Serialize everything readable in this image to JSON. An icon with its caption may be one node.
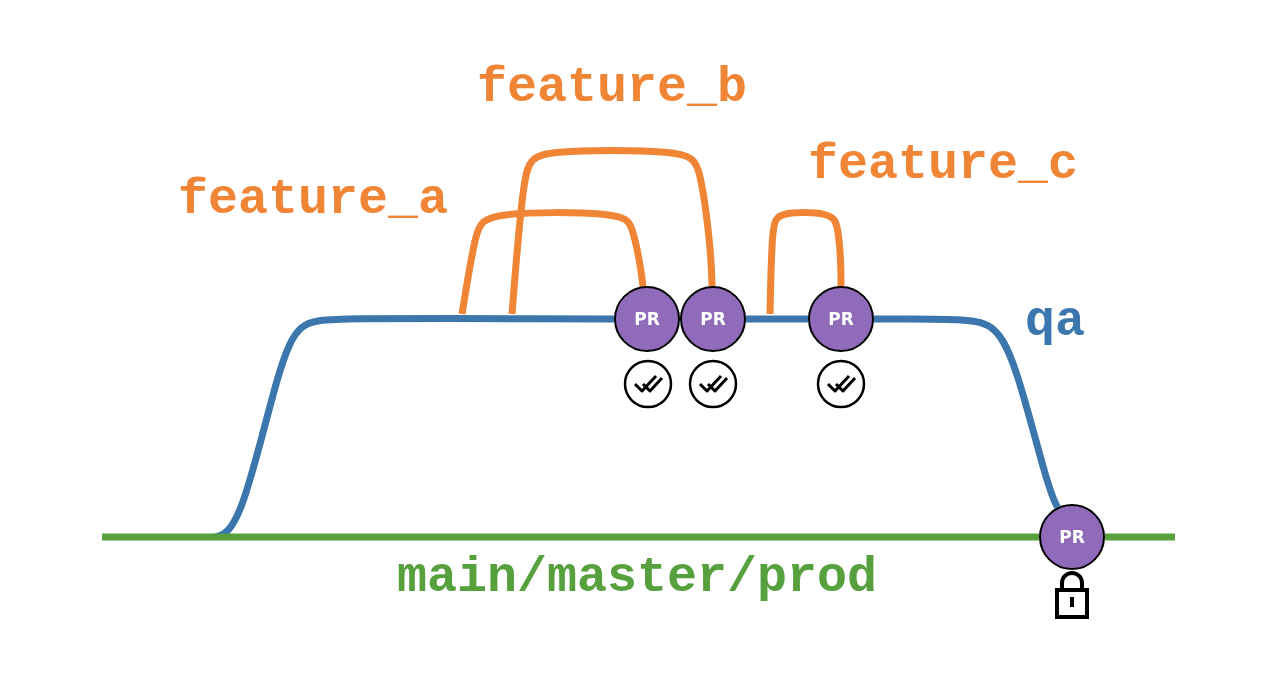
{
  "diagram": {
    "nodes": [
      {
        "text": [
          "PR"
        ]
      },
      {
        "text": [
          "PR"
        ]
      },
      {
        "text": [
          "PR"
        ]
      },
      {
        "text": [
          "PR"
        ]
      }
    ],
    "edges": [
      {
        "from": null,
        "to": 0,
        "arrow": "none",
        "color": "#ef8535"
      },
      {
        "from": null,
        "to": 1,
        "arrow": "none",
        "color": "#ef8535"
      },
      {
        "from": null,
        "to": 2,
        "arrow": "none",
        "color": "#ef8535"
      },
      {
        "from": null,
        "to": 0,
        "arrow": "none",
        "color": "#3b76ad"
      },
      {
        "from": 1,
        "to": 2,
        "arrow": "none",
        "color": "#3b76ad"
      },
      {
        "from": 2,
        "to": 3,
        "arrow": "none",
        "color": "#3b76ad"
      },
      {
        "from": null,
        "to": 3,
        "arrow": "none",
        "color": "#56a03e"
      },
      {
        "from": 3,
        "to": null,
        "arrow": "none",
        "color": "#56a03e"
      }
    ],
    "labels": [
      "feature_b",
      "feature_c",
      "feature_a",
      "qa",
      "main/master/prod"
    ]
  }
}
